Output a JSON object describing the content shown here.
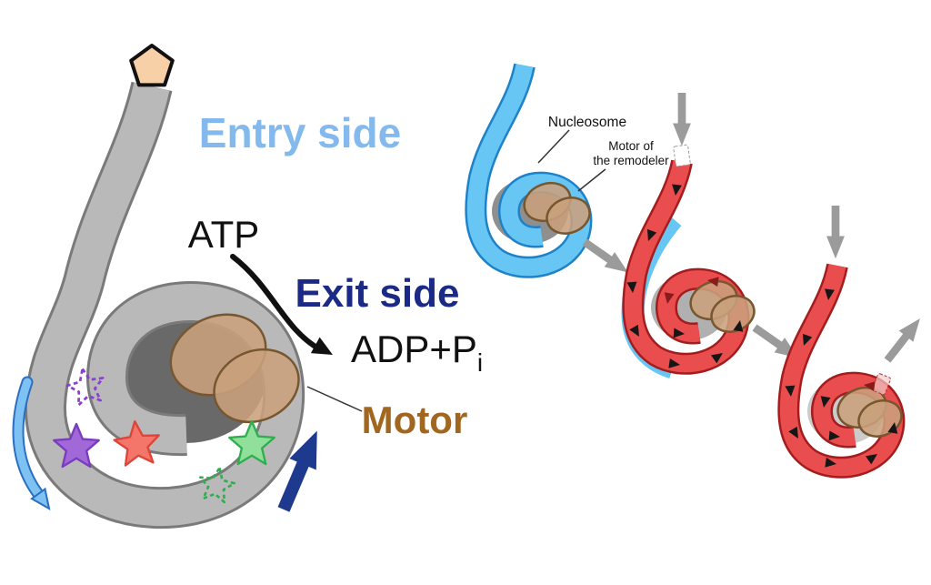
{
  "left_diagram": {
    "entry_label": "Entry side",
    "atp_label": "ATP",
    "exit_label": "Exit side",
    "adp_label": "ADP+P",
    "adp_subscript": "i",
    "motor_label": "Motor"
  },
  "sequence_diagram": {
    "nucleosome_label": "Nucleosome",
    "remodeler_label_line1": "Motor of",
    "remodeler_label_line2": "the remodeler"
  },
  "colors": {
    "entry_side_blue": "#84b9ed",
    "exit_side_navy": "#1b2b85",
    "motor_brown": "#a2671f",
    "dna_gray": "#b9b9b9",
    "dna_blue": "#68c6f5",
    "dna_red": "#ea4d4e",
    "motor_tan": "#c9a17c",
    "step_arrow_gray": "#9b9b9b",
    "star_purple": "#a168d8",
    "star_red": "#f4756a",
    "star_green": "#90e09b",
    "end_cap_peach": "#f8d0a8"
  }
}
